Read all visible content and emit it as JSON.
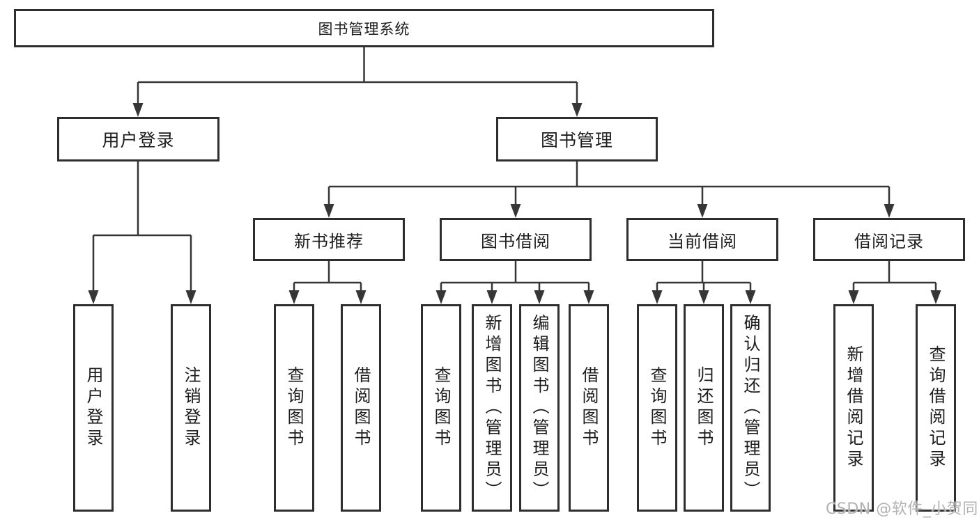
{
  "colors": {
    "line": "#363636",
    "box_border": "#2e2e2e",
    "text": "#1d1d1d",
    "watermark": "#b2b2b2",
    "background": "#ffffff"
  },
  "watermark": {
    "text": "CSDN @软件_小贺同学"
  },
  "tree": {
    "label": "图书管理系统",
    "children": [
      {
        "label": "用户登录",
        "children": [
          {
            "label": "用户登录"
          },
          {
            "label": "注销登录"
          }
        ]
      },
      {
        "label": "图书管理",
        "children": [
          {
            "label": "新书推荐",
            "children": [
              {
                "label": "查询图书"
              },
              {
                "label": "借阅图书"
              }
            ]
          },
          {
            "label": "图书借阅",
            "children": [
              {
                "label": "查询图书"
              },
              {
                "label": "新增图书（管理员）"
              },
              {
                "label": "编辑图书（管理员）"
              },
              {
                "label": "借阅图书"
              }
            ]
          },
          {
            "label": "当前借阅",
            "children": [
              {
                "label": "查询图书"
              },
              {
                "label": "归还图书"
              },
              {
                "label": "确认归还（管理员）"
              }
            ]
          },
          {
            "label": "借阅记录",
            "children": [
              {
                "label": "新增借阅记录"
              },
              {
                "label": "查询借阅记录"
              }
            ]
          }
        ]
      }
    ]
  }
}
